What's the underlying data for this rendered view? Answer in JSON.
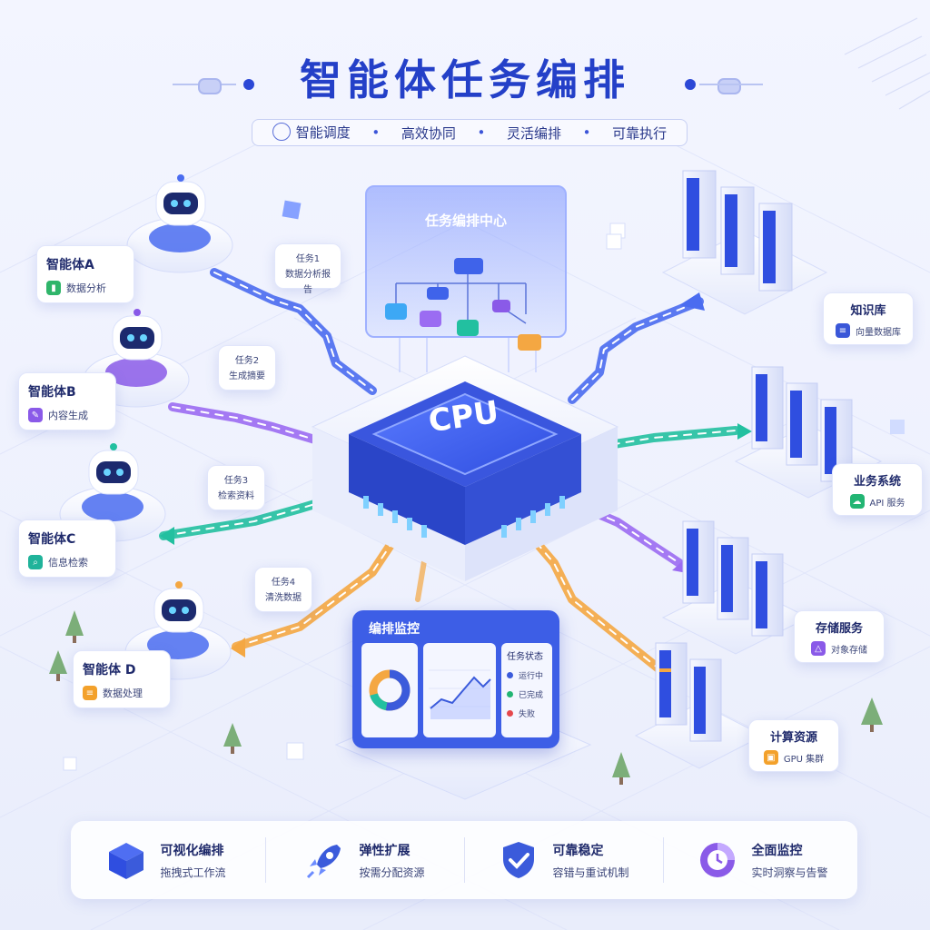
{
  "header": {
    "title": "智能体任务编排",
    "tags": [
      "智能调度",
      "高效协同",
      "灵活编排",
      "可靠执行"
    ],
    "separator": "•"
  },
  "agents": [
    {
      "name": "智能体A",
      "desc": "数据分析",
      "color": "#2fb56a",
      "icon": "bar-chart-icon"
    },
    {
      "name": "智能体B",
      "desc": "内容生成",
      "color": "#8a5ae8",
      "icon": "edit-icon"
    },
    {
      "name": "智能体C",
      "desc": "信息检索",
      "color": "#20b39a",
      "icon": "search-icon"
    },
    {
      "name": "智能体 D",
      "desc": "数据处理",
      "color": "#f3a12b",
      "icon": "database-icon"
    }
  ],
  "tasks": [
    {
      "name": "任务1",
      "desc": "数据分析报告"
    },
    {
      "name": "任务2",
      "desc": "生成摘要"
    },
    {
      "name": "任务3",
      "desc": "检索资料"
    },
    {
      "name": "任务4",
      "desc": "清洗数据"
    }
  ],
  "center": {
    "orchestration_title": "任务编排中心",
    "cpu_label": "CPU",
    "monitor_title": "编排监控",
    "status_title": "任务状态",
    "statuses": [
      {
        "label": "运行中",
        "color": "#3b5bdb"
      },
      {
        "label": "已完成",
        "color": "#22b573"
      },
      {
        "label": "失败",
        "color": "#e5484d"
      }
    ]
  },
  "services": [
    {
      "name": "知识库",
      "desc": "向量数据库",
      "icon": "database-icon",
      "color": "#3a57d8"
    },
    {
      "name": "业务系统",
      "desc": "API 服务",
      "icon": "cloud-icon",
      "color": "#22b573"
    },
    {
      "name": "存储服务",
      "desc": "对象存储",
      "icon": "storage-icon",
      "color": "#8a5ae8"
    },
    {
      "name": "计算资源",
      "desc": "GPU 集群",
      "icon": "chip-icon",
      "color": "#f3a12b"
    }
  ],
  "features": [
    {
      "title": "可视化编排",
      "desc": "拖拽式工作流",
      "icon": "cube-icon"
    },
    {
      "title": "弹性扩展",
      "desc": "按需分配资源",
      "icon": "rocket-icon"
    },
    {
      "title": "可靠稳定",
      "desc": "容错与重试机制",
      "icon": "shield-check-icon"
    },
    {
      "title": "全面监控",
      "desc": "实时洞察与告警",
      "icon": "clock-chart-icon"
    }
  ],
  "colors": {
    "primary": "#2c48d6",
    "blue_flow": "#4a6cf0",
    "purple_flow": "#9b6cf2",
    "teal_flow": "#22c0a0",
    "orange_flow": "#f4a742"
  }
}
